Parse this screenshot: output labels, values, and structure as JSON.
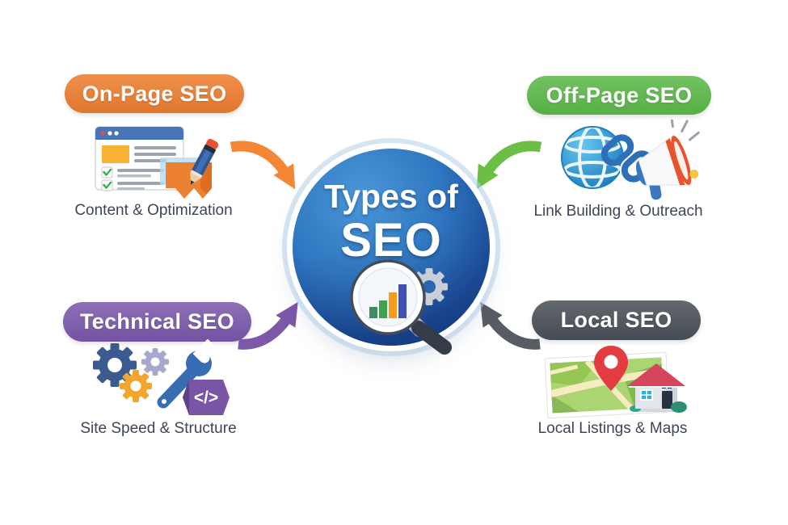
{
  "page": {
    "background": "#ffffff"
  },
  "center": {
    "title_line1": "Types of",
    "title_line2": "SEO",
    "circle_color_top": "#4a97d8",
    "circle_color_bottom": "#133579",
    "icons": [
      "magnifier-bar-chart-icon",
      "gear-icon"
    ],
    "magnifier_bars": [
      "#3d8f5f",
      "#3fa34a",
      "#f59b1e",
      "#3f51b5"
    ]
  },
  "quadrants": [
    {
      "id": "on-page",
      "label": "On-Page SEO",
      "caption": "Content & Optimization",
      "pill_color": "#ED7D2F",
      "arrow_color": "#F58634",
      "icon": "browser-checklist-pencil-icon"
    },
    {
      "id": "off-page",
      "label": "Off-Page SEO",
      "caption": "Link Building & Outreach",
      "pill_color": "#5BB848",
      "arrow_color": "#6CBF45",
      "icon": "globe-chain-megaphone-icon"
    },
    {
      "id": "technical",
      "label": "Technical SEO",
      "caption": "Site Speed & Structure",
      "pill_color": "#7A58AB",
      "arrow_color": "#7D57A8",
      "icon": "gears-wrench-code-icon",
      "code_symbol": "</>"
    },
    {
      "id": "local",
      "label": "Local SEO",
      "caption": "Local Listings & Maps",
      "pill_color": "#4A5058",
      "arrow_color": "#575C64",
      "icon": "map-pin-house-icon"
    }
  ]
}
